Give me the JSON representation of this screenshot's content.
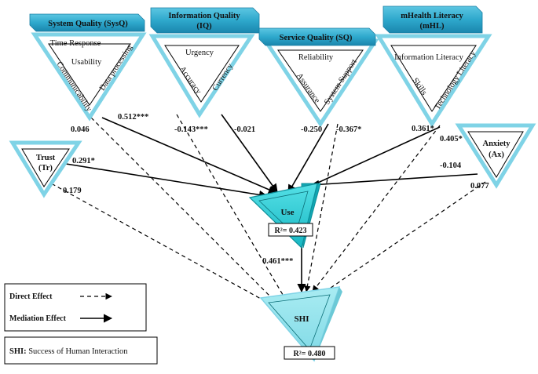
{
  "constructs": {
    "sysq": {
      "header": "System Quality (SysQ)",
      "items": [
        "Time Response",
        "Usability",
        "Communicability",
        "Data processing"
      ]
    },
    "iq": {
      "header_line1": "Information Quality",
      "header_line2": "(IQ)",
      "items": [
        "Urgency",
        "Accuracy",
        "Currency"
      ]
    },
    "sq": {
      "header": "Service Quality (SQ)",
      "items": [
        "Reliability",
        "Assurance",
        "System Support"
      ]
    },
    "mhl": {
      "header_line1": "mHealth Literacy",
      "header_line2": "(mHL)",
      "items": [
        "Information Literacy",
        "Skills",
        "Technology Literacy"
      ]
    },
    "trust": {
      "line1": "Trust",
      "line2": "(Tr)"
    },
    "anxiety": {
      "line1": "Anxiety",
      "line2": "(Ax)"
    },
    "use": {
      "label": "Use",
      "r2": "R²= 0.423"
    },
    "shi": {
      "label": "SHI",
      "r2": "R²= 0.480"
    }
  },
  "paths": {
    "sysq_use": "0.512***",
    "sysq_shi": "0.046",
    "iq_use": "-0.021",
    "iq_shi": "-0.143***",
    "sq_use": "-0.250",
    "sq_shi": "-0.367*",
    "mhl_use": "0.405*",
    "mhl_shi": "0.361*",
    "trust_use": "0.291*",
    "trust_shi": "0.179",
    "anxiety_use": "-0.104",
    "anxiety_shi": "0.077",
    "use_shi": "0.461***"
  },
  "legend": {
    "direct": "Direct Effect",
    "mediation": "Mediation Effect",
    "shi_abbr": "SHI:",
    "shi_full": "Success of Human Interaction"
  },
  "colors": {
    "triangle_border": "#7fd3e6",
    "header_fill": "#2ea8cc",
    "use_fill": "#2fd0d8"
  }
}
